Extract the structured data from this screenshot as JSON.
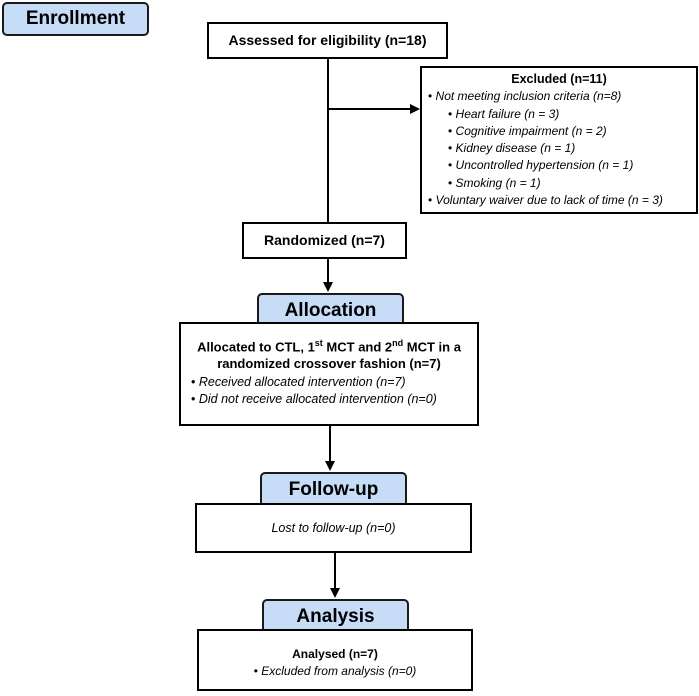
{
  "stages": {
    "enrollment": "Enrollment",
    "allocation": "Allocation",
    "followup": "Follow-up",
    "analysis": "Analysis"
  },
  "assessed": "Assessed for eligibility (n=18)",
  "excluded": {
    "title": "Excluded  (n=11)",
    "items": [
      "Not meeting inclusion criteria (n=8)",
      "Heart failure (n = 3)",
      "Cognitive impairment (n = 2)",
      "Kidney disease (n = 1)",
      "Uncontrolled hypertension (n = 1)",
      "Smoking (n = 1)",
      "Voluntary waiver due to lack of time (n = 3)"
    ]
  },
  "randomized": "Randomized (n=7)",
  "allocated": {
    "line1_a": "Allocated to CTL, 1",
    "sup1": "st",
    "line1_b": " MCT and 2",
    "sup2": "nd",
    "line1_c": " MCT in a",
    "line2": "randomized crossover fashion (n=7)",
    "items": [
      "Received allocated intervention (n=7)",
      "Did not receive allocated intervention (n=0)"
    ]
  },
  "followup_text": "Lost to follow-up  (n=0)",
  "analysed": {
    "title": "Analysed (n=7)",
    "items": [
      "Excluded from analysis (n=0)"
    ]
  }
}
